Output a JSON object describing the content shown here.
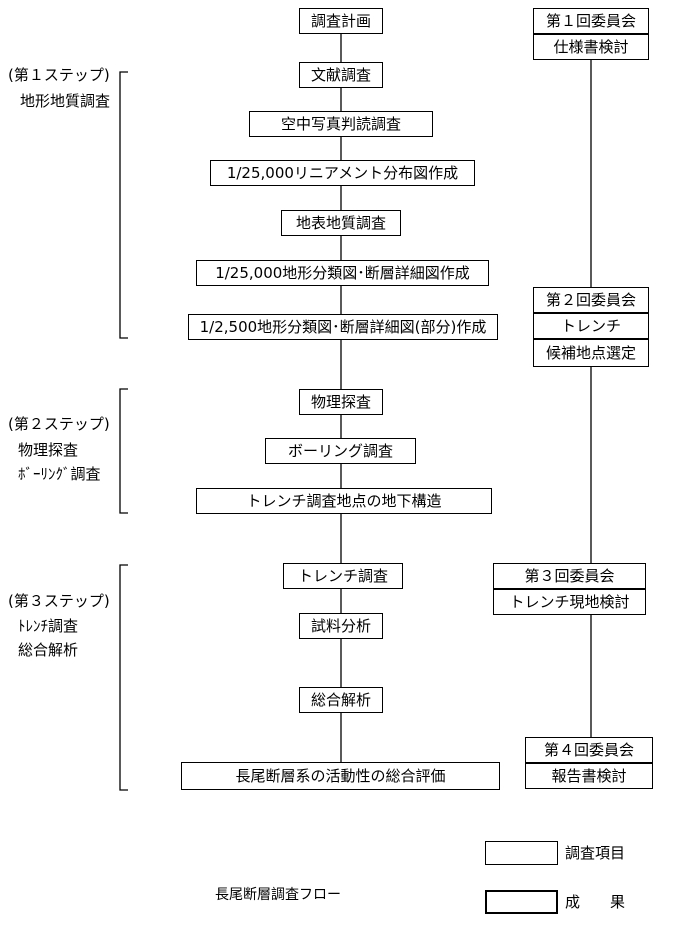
{
  "main_flow": [
    "調査計画",
    "文献調査",
    "空中写真判読調査",
    "1/25,000リニアメント分布図作成",
    "地表地質調査",
    "1/25,000地形分類図･断層詳細図作成",
    "1/2,500地形分類図･断層詳細図(部分)作成",
    "物理探査",
    "ボーリング調査",
    "トレンチ調査地点の地下構造",
    "トレンチ調査",
    "試料分析",
    "総合解析",
    "長尾断層系の活動性の総合評価"
  ],
  "committees": [
    [
      "第１回委員会",
      "仕様書検討"
    ],
    [
      "第２回委員会",
      "トレンチ",
      "候補地点選定"
    ],
    [
      "第３回委員会",
      "トレンチ現地検討"
    ],
    [
      "第４回委員会",
      "報告書検討"
    ]
  ],
  "steps": [
    {
      "title": "(第１ステップ)",
      "lines": [
        "地形地質調査"
      ]
    },
    {
      "title": "(第２ステップ)",
      "lines": [
        "物理探査",
        "ﾎﾞｰﾘﾝｸﾞ調査"
      ]
    },
    {
      "title": "(第３ステップ)",
      "lines": [
        "ﾄﾚﾝﾁ調査",
        "総合解析"
      ]
    }
  ],
  "legend": {
    "item1": "調査項目",
    "item2": "成　　果"
  },
  "caption": "長尾断層調査フロー"
}
